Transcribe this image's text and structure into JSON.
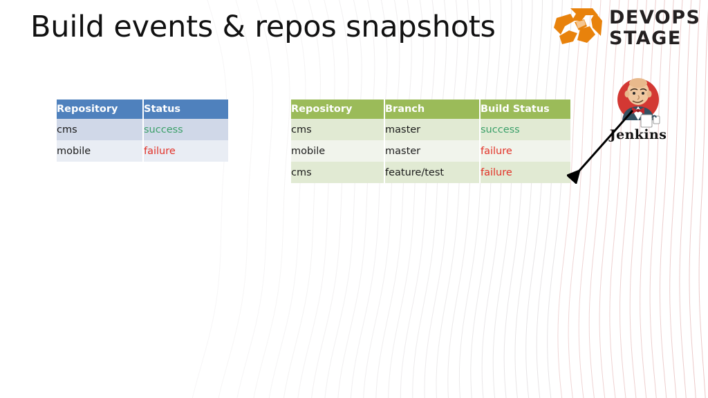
{
  "slide": {
    "title": "Build events & repos snapshots",
    "background_color": "#ffffff"
  },
  "brand_logo": {
    "name": "devops-stage-logo",
    "line1": "DEVOPS",
    "line2": "STAGE",
    "mark_color": "#E8820C",
    "text_color": "#231f20"
  },
  "events_table": {
    "name": "build-events-table",
    "header_color": "#4F81BD",
    "row_color_odd": "#D0D8E8",
    "row_color_even": "#E9EDF4",
    "columns": [
      "Repository",
      "Status"
    ],
    "rows": [
      {
        "repository": "cms",
        "status": "success",
        "status_state": "success"
      },
      {
        "repository": "mobile",
        "status": "failure",
        "status_state": "failure"
      }
    ]
  },
  "snapshots_table": {
    "name": "repos-snapshots-table",
    "header_color": "#9BBB59",
    "row_color_odd": "#E1EAD3",
    "row_color_even": "#F1F4EC",
    "columns": [
      "Repository",
      "Branch",
      "Build Status"
    ],
    "rows": [
      {
        "repository": "cms",
        "branch": "master",
        "build_status": "success",
        "status_state": "success"
      },
      {
        "repository": "mobile",
        "branch": "master",
        "build_status": "failure",
        "status_state": "failure"
      },
      {
        "repository": "cms",
        "branch": "feature/test",
        "build_status": "failure",
        "status_state": "failure"
      }
    ]
  },
  "jenkins": {
    "name": "jenkins-logo",
    "label": "Jenkins",
    "circle_color": "#D33833"
  },
  "annotation_arrow": {
    "name": "jenkins-to-table-arrow",
    "color": "#000000",
    "from": "jenkins-logo",
    "to": "repos-snapshots-table"
  },
  "status_colors": {
    "success": "#3CA06A",
    "failure": "#E23127"
  }
}
